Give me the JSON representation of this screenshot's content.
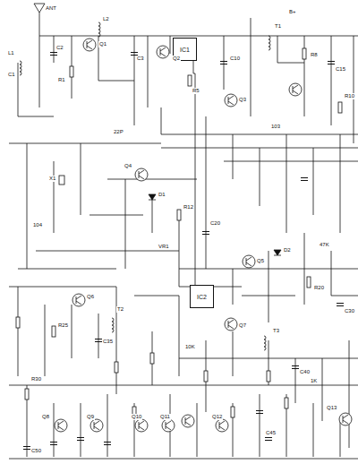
{
  "diagram": {
    "nodes": [
      {
        "text": [
          "IC1"
        ]
      },
      {
        "text": [
          "IC2"
        ]
      }
    ],
    "edges": [
      {
        "from": 0,
        "to": 1,
        "arrow": "none"
      }
    ],
    "labels": [
      "ANT",
      "L1",
      "C1",
      "R1",
      "C2",
      "Q1",
      "L2",
      "C3",
      "Q2",
      "R5",
      "C10",
      "Q3",
      "T1",
      "R8",
      "C15",
      "R10",
      "X1",
      "Q4",
      "D1",
      "R12",
      "C20",
      "VR1",
      "Q5",
      "D2",
      "R20",
      "C30",
      "Q6",
      "R25",
      "C35",
      "T2",
      "Q7",
      "T3",
      "C40",
      "Q8",
      "Q9",
      "Q10",
      "Q11",
      "Q12",
      "C45",
      "Q13",
      "R30",
      "C50",
      "104",
      "103",
      "47K",
      "10K",
      "1K",
      "22P",
      "B+"
    ]
  }
}
